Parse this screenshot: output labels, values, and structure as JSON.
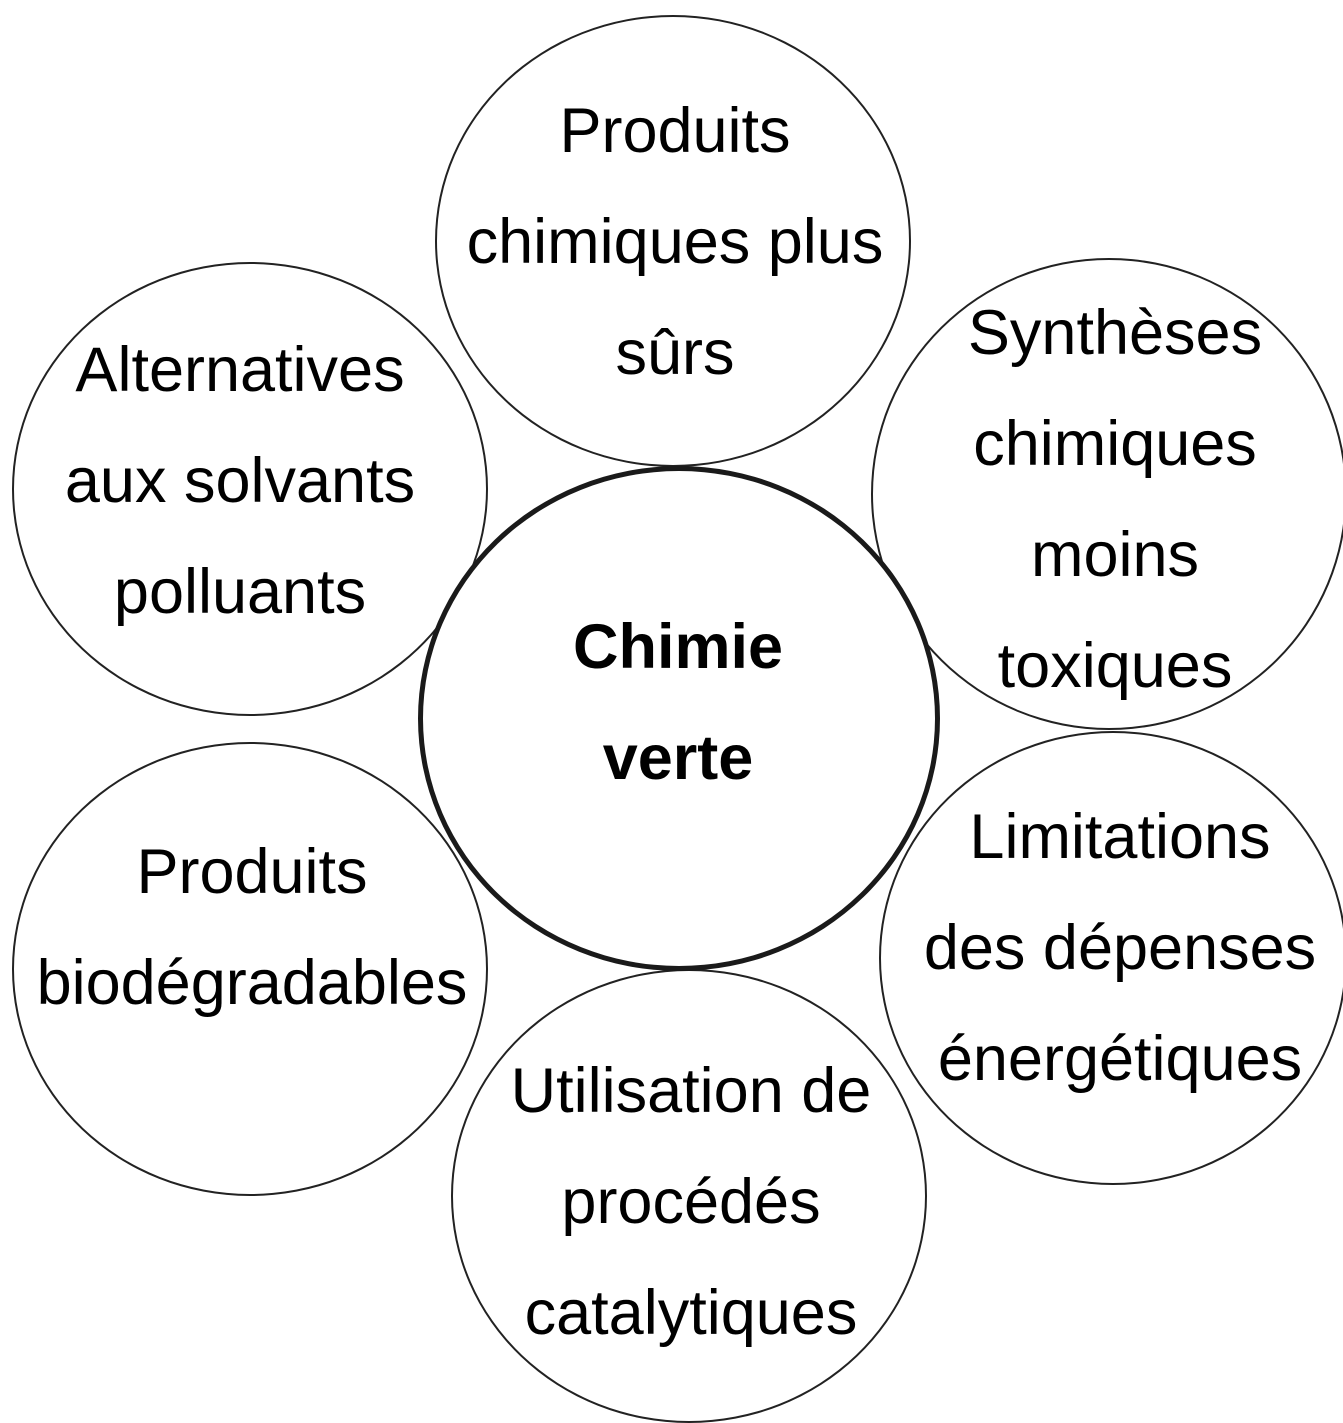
{
  "center": {
    "lines": [
      "Chimie",
      "verte"
    ]
  },
  "petals": [
    {
      "id": "top",
      "lines": [
        "Produits",
        "chimiques plus",
        "sûrs"
      ]
    },
    {
      "id": "upper-right",
      "lines": [
        "Synthèses",
        "chimiques",
        "moins",
        "toxiques"
      ]
    },
    {
      "id": "lower-right",
      "lines": [
        "Limitations",
        "des dépenses",
        "énergétiques"
      ]
    },
    {
      "id": "bottom",
      "lines": [
        "Utilisation de",
        "procédés",
        "catalytiques"
      ]
    },
    {
      "id": "lower-left",
      "lines": [
        "Produits",
        "biodégradables"
      ]
    },
    {
      "id": "upper-left",
      "lines": [
        "Alternatives",
        "aux solvants",
        "polluants"
      ]
    }
  ]
}
